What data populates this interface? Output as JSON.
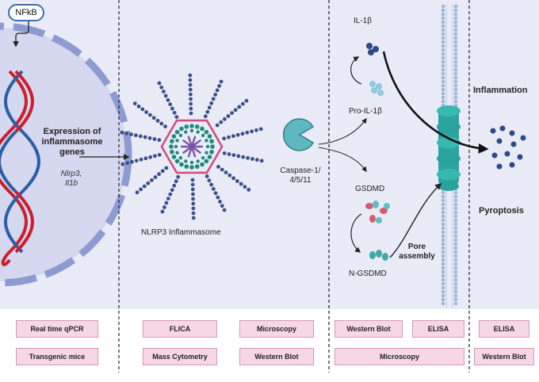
{
  "nfkb_label": "NFkB",
  "expression": {
    "title_lines": [
      "Expression of",
      "inflammasome",
      "genes"
    ],
    "gene_lines": [
      "Nlrp3,",
      "Il1b"
    ]
  },
  "nlrp3_label": "NLRP3 Inflammasome",
  "caspase_lines": [
    "Caspase-1/",
    "4/5/11"
  ],
  "il1b_label": "IL-1β",
  "pro_il1b_label": "Pro-IL-1β",
  "gsdmd_label": "GSDMD",
  "n_gsdmd_label": "N-GSDMD",
  "pore_lines": [
    "Pore",
    "assembly"
  ],
  "inflammation_label": "Inflammation",
  "pyroptosis_label": "Pyroptosis",
  "methods": {
    "qpcr": "Real time qPCR",
    "transgenic": "Transgenic mice",
    "flica": "FLICA",
    "microscopy1": "Microscopy",
    "mass_cytometry": "Mass Cytometry",
    "western_blot1": "Western Blot",
    "western_blot2": "Western Blot",
    "elisa1": "ELISA",
    "microscopy2": "Microscopy",
    "elisa2": "ELISA",
    "western_blot3": "Western Blot"
  },
  "colors": {
    "panel_bg": "#e9ecf7",
    "nucleus_fill": "#d5d8ee",
    "nucleus_border": "#8d9bd0",
    "dna_red": "#c8202f",
    "dna_blue": "#2b5fa6",
    "inflammasome_blue": "#3d4f8a",
    "inflammasome_teal": "#1f8a7a",
    "inflammasome_pink": "#d04f7e",
    "inflammasome_purple": "#7a55a8",
    "caspase_teal": "#5fb8c0",
    "membrane_blue": "#9fb6d8",
    "pore_teal": "#2ba5a0",
    "method_fill": "#f7d6e6",
    "method_border": "#d59ab7"
  }
}
